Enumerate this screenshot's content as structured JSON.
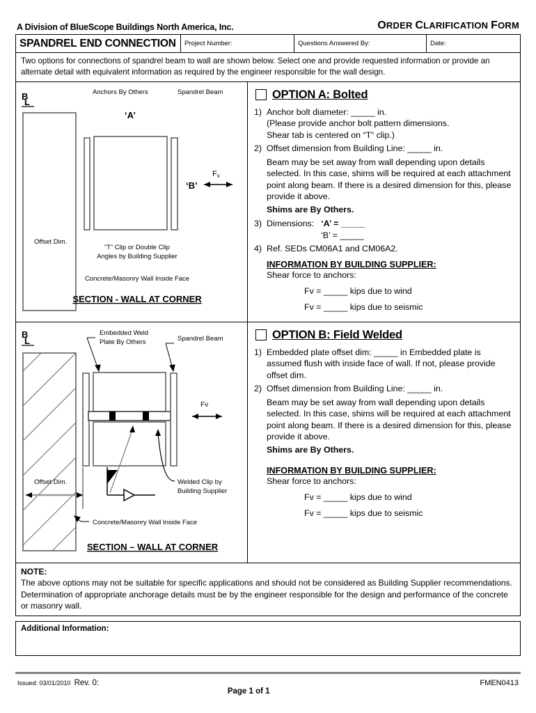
{
  "masthead": {
    "division": "A Division of BlueScope Buildings North America, Inc.",
    "form_title_parts": [
      "O",
      "RDER ",
      "C",
      "LARIFICATION ",
      "F",
      "ORM"
    ]
  },
  "header_table": {
    "form_name": "SPANDREL END CONNECTION",
    "project_number_label": "Project Number:",
    "questions_answered_by_label": "Questions Answered By:",
    "date_label": "Date:"
  },
  "intro": "Two options for connections of spandrel beam to wall are shown below.  Select one and provide requested information or provide an alternate detail with equivalent information as required by the engineer responsible for the wall design.",
  "option_a": {
    "title": "OPTION A: Bolted",
    "item1": {
      "num": "1)",
      "line1": "Anchor bolt diameter: _____ in.",
      "line2": "(Please provide anchor bolt pattern dimensions.",
      "line3": "Shear tab is centered on “T“ clip.)"
    },
    "item2": {
      "num": "2)",
      "line1": "Offset dimension from Building Line: _____ in.",
      "body": "Beam may be set away from wall depending upon details selected.  In this case, shims will be required at each attachment point along beam.  If there is a desired dimension for this, please provide it above.",
      "bold_note": "Shims are By Others."
    },
    "item3": {
      "num": "3)",
      "label": "Dimensions:",
      "dim_a": "‘A’ = _____",
      "dim_b": "‘B’ = _____"
    },
    "item4": {
      "num": "4)",
      "line1": "Ref. SEDs CM06A1 and CM06A2."
    },
    "supplier_heading": "INFORMATION BY BUILDING SUPPLIER:",
    "shear_label": "Shear force to anchors:",
    "fv_wind": "Fv = _____ kips due to wind",
    "fv_seismic": "Fv = _____ kips due to seismic"
  },
  "option_b": {
    "title": "OPTION B:  Field Welded",
    "item1": {
      "num": "1)",
      "line1": "Embedded plate offset dim: _____ in Embedded plate is assumed flush with inside face of wall. If not, please provide offset dim."
    },
    "item2": {
      "num": "2)",
      "line1": "Offset dimension from Building Line: _____ in.",
      "body": "Beam may be set away from wall depending upon details selected.  In this case, shims will be required at each attachment point along beam.  If there is a desired dimension for this, please provide it above.",
      "bold_note": "Shims are By Others."
    },
    "supplier_heading": "INFORMATION BY BUILDING SUPPLIER:",
    "shear_label": "Shear force to anchors:",
    "fv_wind": "Fv = _____ kips due to wind",
    "fv_seismic": "Fv = _____ kips due to seismic"
  },
  "drawing_a": {
    "building_line_top": "B",
    "building_line_bottom": "L",
    "label_anchors": "Anchors By Others",
    "label_spandrel": "Spandrel Beam",
    "label_dim_a": "‘A’",
    "label_dim_b": "‘B’",
    "label_fv": "F",
    "label_fv_sub": "v",
    "label_offset": "Offset Dim.",
    "label_tclip_line1": "“T“ Clip or Double Clip",
    "label_tclip_line2": "Angles by Building Supplier",
    "label_wall_face": "Concrete/Masonry Wall Inside Face",
    "section_title": "SECTION - WALL AT CORNER"
  },
  "drawing_b": {
    "building_line_top": "B",
    "building_line_bottom": "L",
    "label_embedded_line1": "Embedded Weld",
    "label_embedded_line2": "Plate By Others",
    "label_spandrel": "Spandrel Beam",
    "label_fv": "Fv",
    "label_offset": "Offset Dim.",
    "label_welded_clip_line1": "Welded Clip by",
    "label_welded_clip_line2": "Building Supplier",
    "label_wall_face": "Concrete/Masonry Wall Inside Face",
    "section_title": "SECTION – WALL AT CORNER"
  },
  "note": {
    "label": "NOTE:",
    "text": "The above options may not be suitable for specific applications and should not be considered as Building Supplier recommendations.  Determination of appropriate anchorage details must be by the engineer responsible for the design and performance of the concrete or masonry wall."
  },
  "additional_info": {
    "label": "Additional Information:"
  },
  "footer": {
    "issued": "Issued: 03/01/2010",
    "rev": "Rev. 0:",
    "page": "Page 1 of 1",
    "doc_code": "FMEN0413"
  }
}
